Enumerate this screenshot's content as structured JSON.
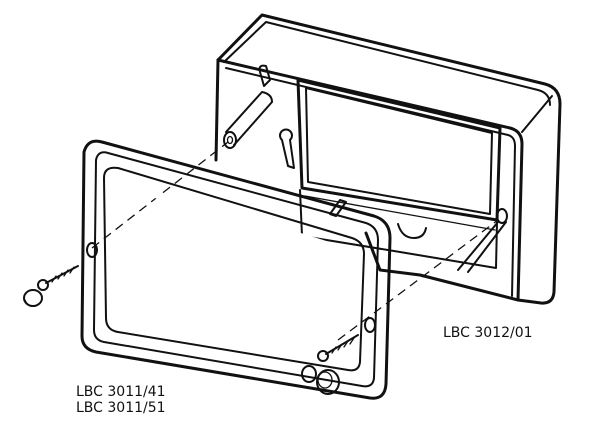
{
  "labels": {
    "box_code": "LBC 3012/01",
    "panel_code_1": "LBC 3011/41",
    "panel_code_2": "LBC 3011/51"
  },
  "colors": {
    "line": "#111111",
    "panel_face": "#e8e8e8",
    "background": "#ffffff"
  }
}
